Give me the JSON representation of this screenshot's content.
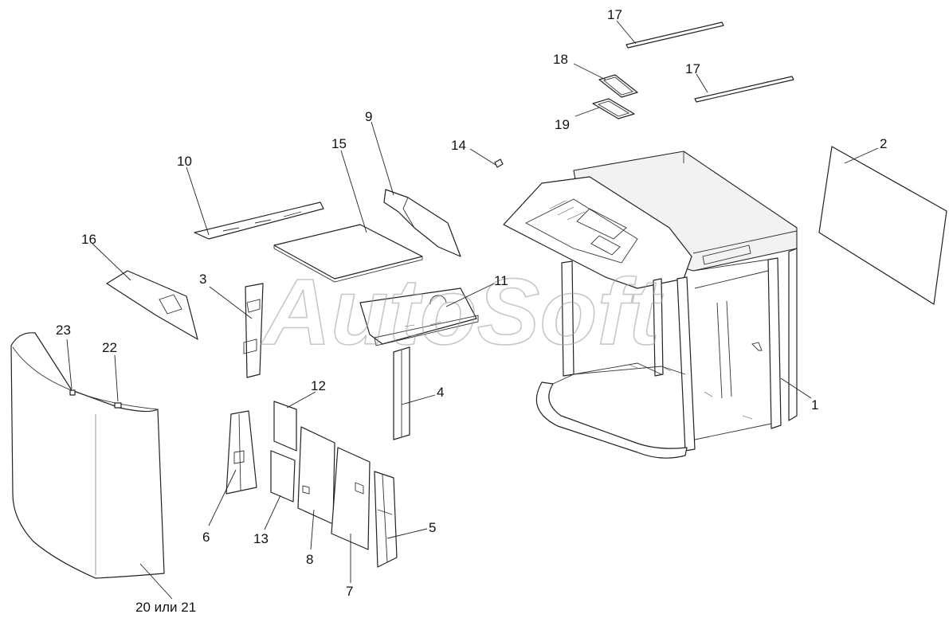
{
  "watermark": "AutoSoft",
  "callouts": [
    {
      "id": "c1",
      "text": "1"
    },
    {
      "id": "c2",
      "text": "2"
    },
    {
      "id": "c3",
      "text": "3"
    },
    {
      "id": "c4",
      "text": "4"
    },
    {
      "id": "c5",
      "text": "5"
    },
    {
      "id": "c6",
      "text": "6"
    },
    {
      "id": "c7",
      "text": "7"
    },
    {
      "id": "c8",
      "text": "8"
    },
    {
      "id": "c9",
      "text": "9"
    },
    {
      "id": "c10",
      "text": "10"
    },
    {
      "id": "c11",
      "text": "11"
    },
    {
      "id": "c12",
      "text": "12"
    },
    {
      "id": "c13",
      "text": "13"
    },
    {
      "id": "c14",
      "text": "14"
    },
    {
      "id": "c15",
      "text": "15"
    },
    {
      "id": "c16",
      "text": "16"
    },
    {
      "id": "c17a",
      "text": "17"
    },
    {
      "id": "c17b",
      "text": "17"
    },
    {
      "id": "c18",
      "text": "18"
    },
    {
      "id": "c19",
      "text": "19"
    },
    {
      "id": "c20",
      "text": "20 или 21"
    },
    {
      "id": "c22",
      "text": "22"
    },
    {
      "id": "c23",
      "text": "23"
    }
  ]
}
